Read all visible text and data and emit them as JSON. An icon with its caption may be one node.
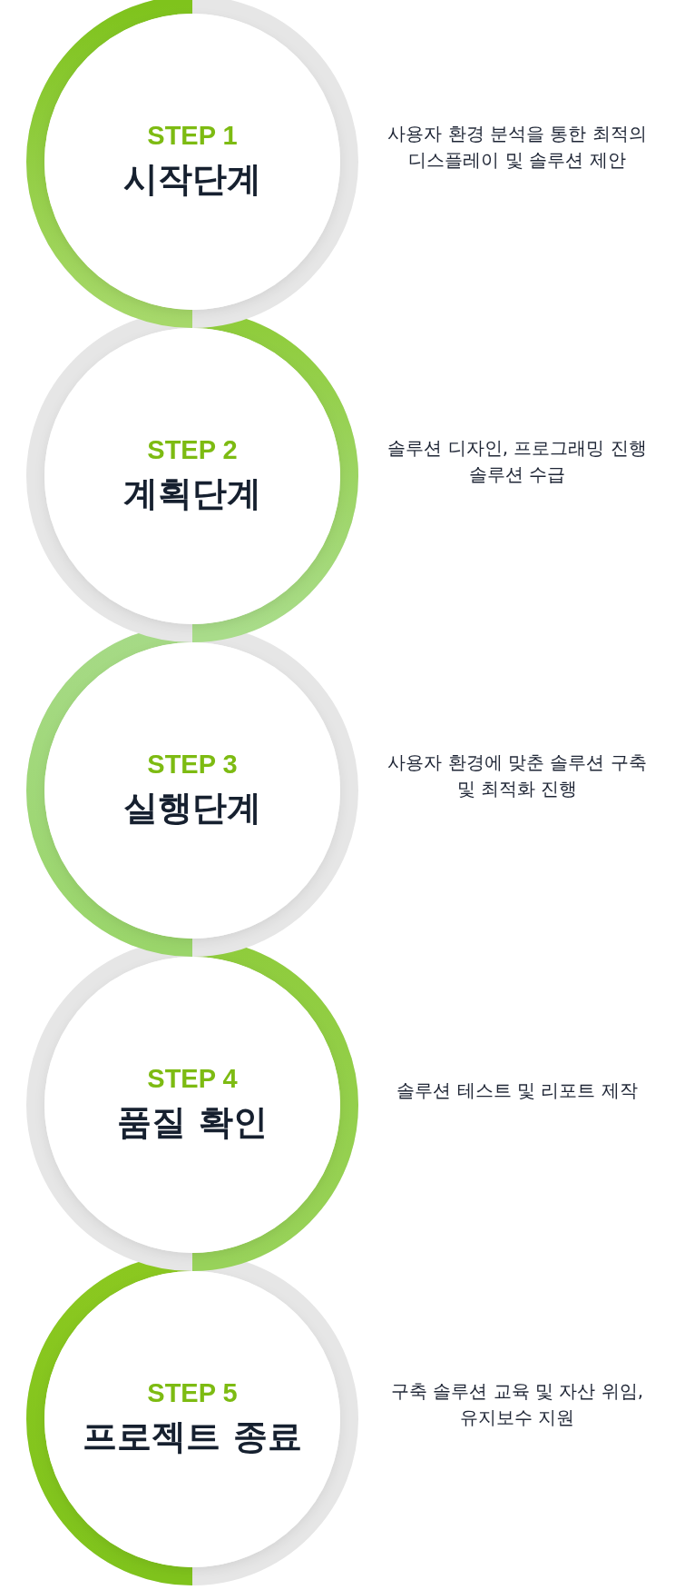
{
  "diagram": {
    "nodes": [
      {
        "text": [
          "STEP 1",
          "시작단계"
        ],
        "beside": [
          "사용자 환경 분석을 통한 최적의 디스플레이 및 솔루션 제안"
        ]
      },
      {
        "text": [
          "STEP 2",
          "계획단계"
        ],
        "beside": [
          "솔루션 디자인, 프로그래밍 진행 솔루션 수급"
        ]
      },
      {
        "text": [
          "STEP 3",
          "실행단계"
        ],
        "beside": [
          "사용자 환경에 맞춘 솔루션 구축 및 최적화 진행"
        ]
      },
      {
        "text": [
          "STEP 4",
          "품질 확인"
        ],
        "beside": [
          "솔루션 테스트 및 리포트 제작"
        ]
      },
      {
        "text": [
          "STEP 5",
          "프로젝트 종료"
        ],
        "beside": [
          "구축 솔루션 교육 및 자산 위임, 유지보수 지원"
        ]
      }
    ]
  }
}
